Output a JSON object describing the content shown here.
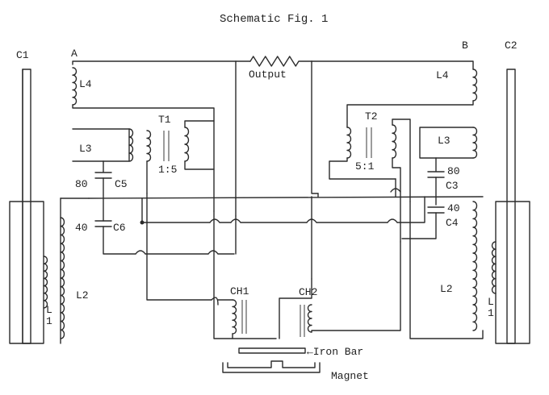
{
  "title": "Schematic Fig. 1",
  "labels": {
    "c1": "C1",
    "c2": "C2",
    "a": "A",
    "b": "B",
    "output": "Output",
    "l4_left": "L4",
    "l4_right": "L4",
    "l3_left": "L3",
    "l3_right": "L3",
    "t1": "T1",
    "t1_ratio": "1:5",
    "t2": "T2",
    "t2_ratio": "5:1",
    "c5_value": "80",
    "c5": "C5",
    "c6_value": "40",
    "c6": "C6",
    "c3_value": "80",
    "c3": "C3",
    "c4_value": "40",
    "c4": "C4",
    "l2_left": "L2",
    "l2_right": "L2",
    "l1_left": "L",
    "l1_left_num": "1",
    "l1_right": "L",
    "l1_right_num": "1",
    "ch1": "CH1",
    "ch2": "CH2",
    "iron_bar": "←Iron Bar",
    "magnet": "Magnet"
  }
}
